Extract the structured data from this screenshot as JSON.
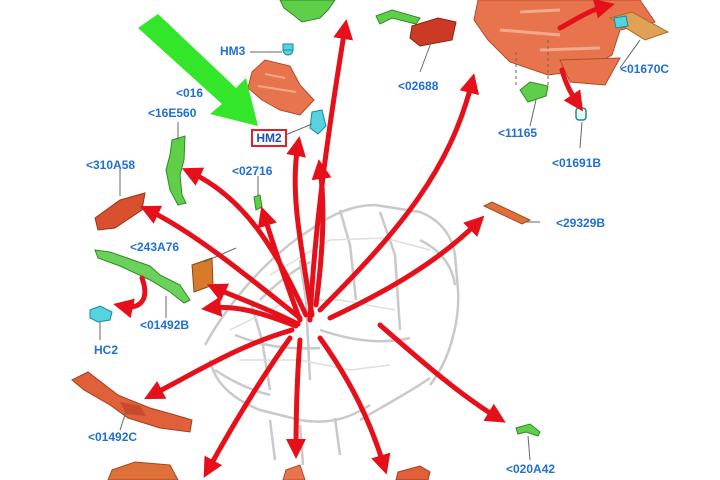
{
  "colors": {
    "label_blue": "#1f6fd6",
    "arrow_red": "#e6101a",
    "pointer_green": "#33e62a",
    "part_orange": "#e8744e",
    "part_green": "#5fcf4a",
    "part_cyan": "#55d3e0"
  },
  "labels": {
    "hm3": "HM3",
    "hm2": "HM2",
    "p016": "<016",
    "p16e560": "<16E560",
    "p310a58": "<310A58",
    "p02716": "<02716",
    "p243a76": "<243A76",
    "p01492b": "<01492B",
    "hc2": "HC2",
    "p01492c": "<01492C",
    "p02688": "<02688",
    "p11165": "<11165",
    "p01670c": "<01670C",
    "p01691b": "<01691B",
    "p29329b": "<29329B",
    "p020a42": "<020A42"
  },
  "highlight": {
    "pointer": "green-arrow",
    "target": "HM2"
  }
}
